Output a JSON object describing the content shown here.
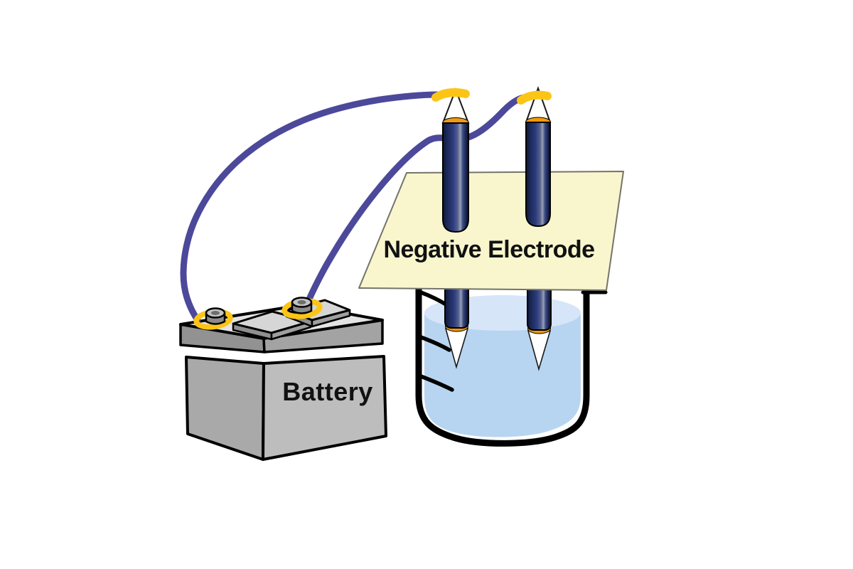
{
  "diagram": {
    "type": "electrolysis-circuit-illustration",
    "labels": {
      "battery": "Battery",
      "electrode_sheet": "Negative Electrode"
    },
    "components": [
      {
        "name": "battery",
        "description": "gray 3D battery box with two terminals and vent caps"
      },
      {
        "name": "wire-left",
        "description": "purple wire from left terminal to left pencil electrode tip"
      },
      {
        "name": "wire-right",
        "description": "purple wire from right terminal to right pencil electrode tip"
      },
      {
        "name": "pencil-electrode-left",
        "description": "navy pencil electrode through label sheet into liquid"
      },
      {
        "name": "pencil-electrode-right",
        "description": "navy pencil electrode through label sheet into liquid"
      },
      {
        "name": "electrode-label-sheet",
        "description": "pale yellow slanted sheet labeled Negative Electrode"
      },
      {
        "name": "beaker",
        "description": "thick-outlined beaker with three graduation marks"
      },
      {
        "name": "electrolyte-liquid",
        "description": "light blue liquid with lighter surface"
      }
    ],
    "colors": {
      "background": "#ffffff",
      "wire": "#4c499b",
      "connector_yellow": "#fcc516",
      "pencil_dark": "#1b2754",
      "pencil_wood_orange": "#f2990f",
      "pencil_cone": "#ffffff",
      "label_sheet": "#f9f6ce",
      "sheet_outline": "#74746a",
      "liquid": "#b7d5f1",
      "liquid_surface": "#d7e5f8",
      "battery_top": "#e4e4e4",
      "battery_lid_left": "#929292",
      "battery_lid_right": "#a3a3a3",
      "battery_side_left": "#a9a9a9",
      "battery_side_right": "#bdbdbd",
      "vent_cap_top": "#d6d6d6",
      "outline": "#000000",
      "text": "#111111"
    }
  }
}
